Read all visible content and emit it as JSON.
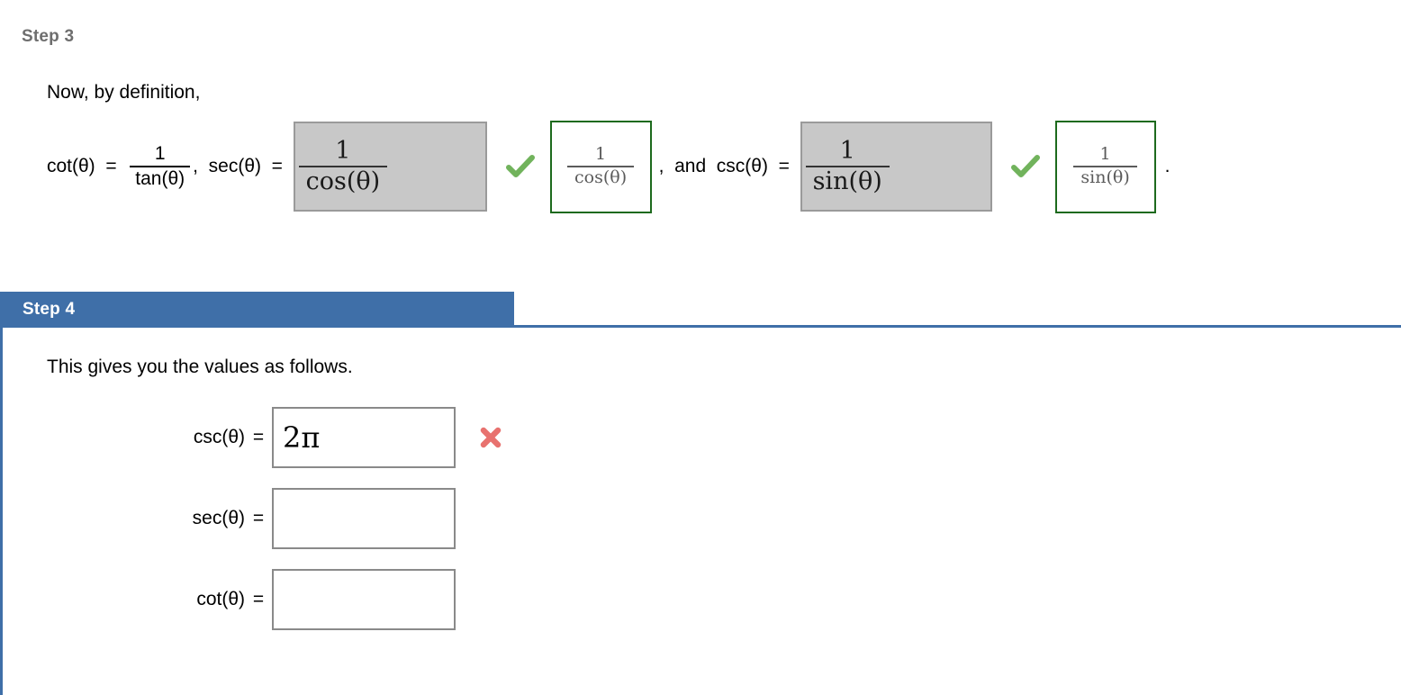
{
  "step3": {
    "label": "Step 3",
    "lead": "Now, by definition,",
    "equation": {
      "cot_lhs": "cot(θ)  =  ",
      "cot_num": "1",
      "cot_den": "tan(θ)",
      "sep1": ",  sec(θ)  =  ",
      "sec_box": {
        "num": "1",
        "den": "cos(θ)",
        "fill": "#c8c8c8",
        "status": "given"
      },
      "sec_check": "check-icon",
      "sec_answer": {
        "num": "1",
        "den": "cos(θ)",
        "border": "#1d6a1d",
        "status": "correct"
      },
      "sep2": ",  and  csc(θ)  =  ",
      "csc_box": {
        "num": "1",
        "den": "sin(θ)",
        "fill": "#c8c8c8",
        "status": "given"
      },
      "csc_check": "check-icon",
      "csc_answer": {
        "num": "1",
        "den": "sin(θ)",
        "border": "#1d6a1d",
        "status": "correct"
      },
      "period": "."
    }
  },
  "step4": {
    "label": "Step 4",
    "lead": "This gives you the values as follows.",
    "rows": [
      {
        "label": "csc(θ)",
        "eq": "=",
        "value": "2π",
        "placeholder": "",
        "status": "incorrect",
        "status_icon": "x-icon"
      },
      {
        "label": "sec(θ)",
        "eq": "=",
        "value": "",
        "placeholder": "",
        "status": "empty",
        "status_icon": ""
      },
      {
        "label": "cot(θ)",
        "eq": "=",
        "value": "",
        "placeholder": "",
        "status": "empty",
        "status_icon": ""
      }
    ]
  },
  "colors": {
    "step_header_blue": "#3f6fa8",
    "step_label_gray": "#6e6e6e",
    "given_box_fill": "#c8c8c8",
    "given_box_border": "#9a9a9a",
    "correct_green": "#1d6a1d",
    "check_green": "#71b35c",
    "incorrect_red": "#e8726f",
    "input_border": "#8a8a8a"
  }
}
